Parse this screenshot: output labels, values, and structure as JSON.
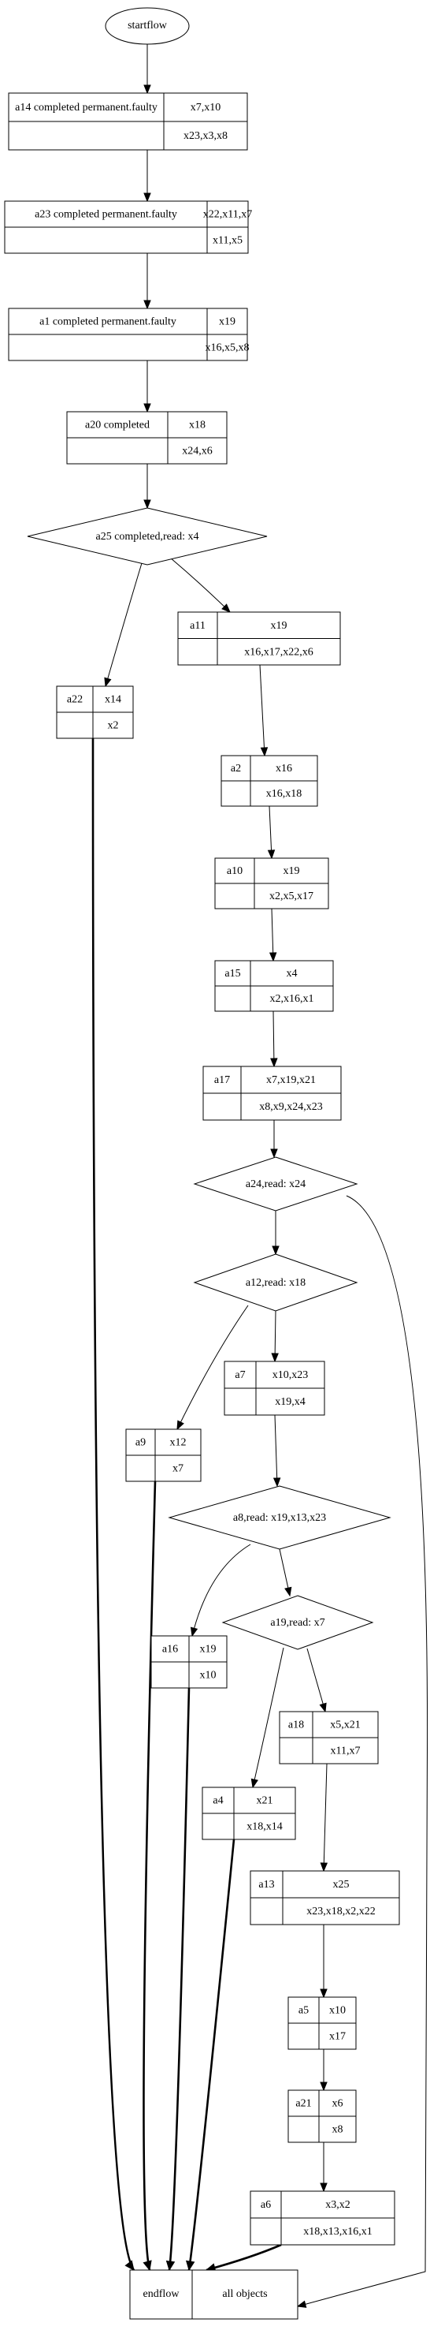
{
  "diagram": {
    "start_label": "startflow",
    "activities": [
      {
        "id": "a14",
        "title": "a14 completed permanent.faulty",
        "inputs": "x7,x10",
        "outputs": "x23,x3,x8"
      },
      {
        "id": "a23",
        "title": "a23 completed permanent.faulty",
        "inputs": "x22,x11,x7",
        "outputs": "x11,x5"
      },
      {
        "id": "a1",
        "title": "a1 completed permanent.faulty",
        "inputs": "x19",
        "outputs": "x16,x5,x8"
      },
      {
        "id": "a20",
        "title": "a20 completed",
        "inputs": "x18",
        "outputs": "x24,x6"
      },
      {
        "id": "a11",
        "title": "a11",
        "inputs": "x19",
        "outputs": "x16,x17,x22,x6"
      },
      {
        "id": "a22",
        "title": "a22",
        "inputs": "x14",
        "outputs": "x2"
      },
      {
        "id": "a2",
        "title": "a2",
        "inputs": "x16",
        "outputs": "x16,x18"
      },
      {
        "id": "a10",
        "title": "a10",
        "inputs": "x19",
        "outputs": "x2,x5,x17"
      },
      {
        "id": "a15",
        "title": "a15",
        "inputs": "x4",
        "outputs": "x2,x16,x1"
      },
      {
        "id": "a17",
        "title": "a17",
        "inputs": "x7,x19,x21",
        "outputs": "x8,x9,x24,x23"
      },
      {
        "id": "a7",
        "title": "a7",
        "inputs": "x10,x23",
        "outputs": "x19,x4"
      },
      {
        "id": "a9",
        "title": "a9",
        "inputs": "x12",
        "outputs": "x7"
      },
      {
        "id": "a16",
        "title": "a16",
        "inputs": "x19",
        "outputs": "x10"
      },
      {
        "id": "a18",
        "title": "a18",
        "inputs": "x5,x21",
        "outputs": "x11,x7"
      },
      {
        "id": "a4",
        "title": "a4",
        "inputs": "x21",
        "outputs": "x18,x14"
      },
      {
        "id": "a13",
        "title": "a13",
        "inputs": "x25",
        "outputs": "x23,x18,x2,x22"
      },
      {
        "id": "a5",
        "title": "a5",
        "inputs": "x10",
        "outputs": "x17"
      },
      {
        "id": "a21",
        "title": "a21",
        "inputs": "x6",
        "outputs": "x8"
      },
      {
        "id": "a6",
        "title": "a6",
        "inputs": "x3,x2",
        "outputs": "x18,x13,x16,x1"
      }
    ],
    "decisions": [
      {
        "id": "a25",
        "label": "a25 completed,read: x4"
      },
      {
        "id": "a24",
        "label": "a24,read: x24"
      },
      {
        "id": "a12",
        "label": "a12,read: x18"
      },
      {
        "id": "a8",
        "label": "a8,read: x19,x13,x23"
      },
      {
        "id": "a19",
        "label": "a19,read: x7"
      }
    ],
    "end": {
      "label": "endflow",
      "objects": "all objects"
    },
    "edges": [
      {
        "from": "start",
        "to": "a14",
        "bold": false
      },
      {
        "from": "a14",
        "to": "a23",
        "bold": false
      },
      {
        "from": "a23",
        "to": "a1",
        "bold": false
      },
      {
        "from": "a1",
        "to": "a20",
        "bold": false
      },
      {
        "from": "a20",
        "to": "a25",
        "bold": false
      },
      {
        "from": "a25",
        "to": "a22",
        "bold": false
      },
      {
        "from": "a25",
        "to": "a11",
        "bold": false
      },
      {
        "from": "a11",
        "to": "a2",
        "bold": false
      },
      {
        "from": "a2",
        "to": "a10",
        "bold": false
      },
      {
        "from": "a10",
        "to": "a15",
        "bold": false
      },
      {
        "from": "a15",
        "to": "a17",
        "bold": false
      },
      {
        "from": "a17",
        "to": "a24",
        "bold": false
      },
      {
        "from": "a24",
        "to": "a12",
        "bold": false
      },
      {
        "from": "a24",
        "to": "end",
        "bold": false
      },
      {
        "from": "a12",
        "to": "a9",
        "bold": false
      },
      {
        "from": "a12",
        "to": "a7",
        "bold": false
      },
      {
        "from": "a7",
        "to": "a8",
        "bold": false
      },
      {
        "from": "a8",
        "to": "a16",
        "bold": false
      },
      {
        "from": "a8",
        "to": "a19",
        "bold": false
      },
      {
        "from": "a19",
        "to": "a4",
        "bold": false
      },
      {
        "from": "a19",
        "to": "a18",
        "bold": false
      },
      {
        "from": "a18",
        "to": "a13",
        "bold": false
      },
      {
        "from": "a13",
        "to": "a5",
        "bold": false
      },
      {
        "from": "a5",
        "to": "a21",
        "bold": false
      },
      {
        "from": "a21",
        "to": "a6",
        "bold": false
      },
      {
        "from": "a22",
        "to": "end",
        "bold": true
      },
      {
        "from": "a9",
        "to": "end",
        "bold": true
      },
      {
        "from": "a16",
        "to": "end",
        "bold": true
      },
      {
        "from": "a4",
        "to": "end",
        "bold": true
      },
      {
        "from": "a6",
        "to": "end",
        "bold": true
      }
    ]
  }
}
